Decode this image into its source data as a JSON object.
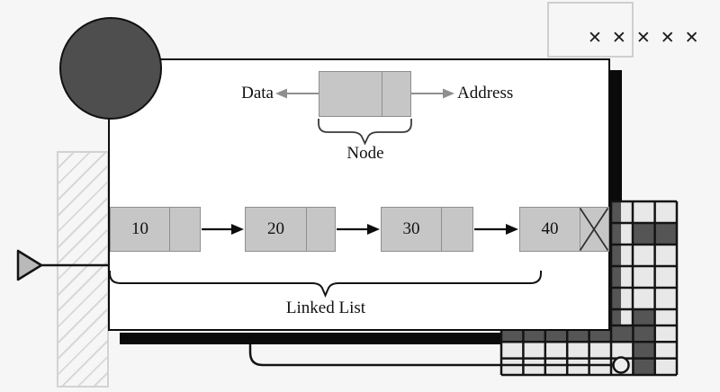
{
  "node_diagram": {
    "data_label": "Data",
    "address_label": "Address",
    "caption": "Node"
  },
  "linked_list": {
    "caption": "Linked List",
    "node_values": [
      "10",
      "20",
      "30",
      "40"
    ],
    "last_node_null": true
  },
  "decor": {
    "x_marks": "✕✕✕✕✕"
  },
  "colors": {
    "background": "#f6f6f6",
    "card": "#ffffff",
    "shadow": "#0a0a0a",
    "dark_accent": "#4e4e4e",
    "node_fill": "#c6c6c6",
    "node_border": "#8f8f8f",
    "grid_light": "#e8e8e8",
    "grid_dark": "#555555",
    "outline": "#141414",
    "arrow_gray": "#8f8f8f",
    "hatch": "#d8d8d8"
  }
}
